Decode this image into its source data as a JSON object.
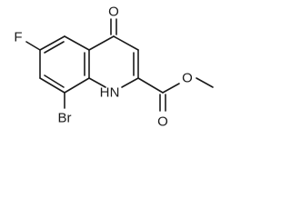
{
  "molecule": {
    "atom_labels": {
      "oxygen_ketone": "O",
      "fluorine": "F",
      "bromine": "Br",
      "nitrogen_h": "H",
      "nitrogen_n": "N",
      "oxygen_carbonyl": "O",
      "oxygen_ester": "O"
    },
    "colors": {
      "bond": "#1a1a1a",
      "background": "#ffffff"
    }
  }
}
